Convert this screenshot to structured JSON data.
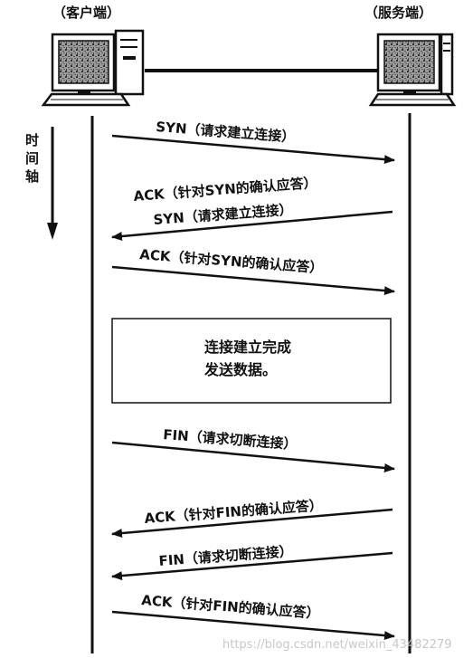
{
  "roles": {
    "client": "（客户端）",
    "server": "（服务端）"
  },
  "time_axis": [
    "时",
    "间",
    "轴"
  ],
  "messages": [
    {
      "label": "SYN（请求建立连接）",
      "direction": "client-to-server"
    },
    {
      "label": "ACK（针对SYN的确认应答）",
      "direction": "server-to-client"
    },
    {
      "label": "SYN（请求建立连接）",
      "direction": "server-to-client"
    },
    {
      "label": "ACK（针对SYN的确认应答）",
      "direction": "client-to-server"
    },
    {
      "label": "FIN（请求切断连接）",
      "direction": "client-to-server"
    },
    {
      "label": "ACK（针对FIN的确认应答）",
      "direction": "server-to-client"
    },
    {
      "label": "FIN（请求切断连接）",
      "direction": "server-to-client"
    },
    {
      "label": "ACK（针对FIN的确认应答）",
      "direction": "client-to-server"
    }
  ],
  "box": {
    "line1": "连接建立完成",
    "line2": "发送数据。"
  },
  "watermark": "https://blog.csdn.net/weixin_43482279"
}
